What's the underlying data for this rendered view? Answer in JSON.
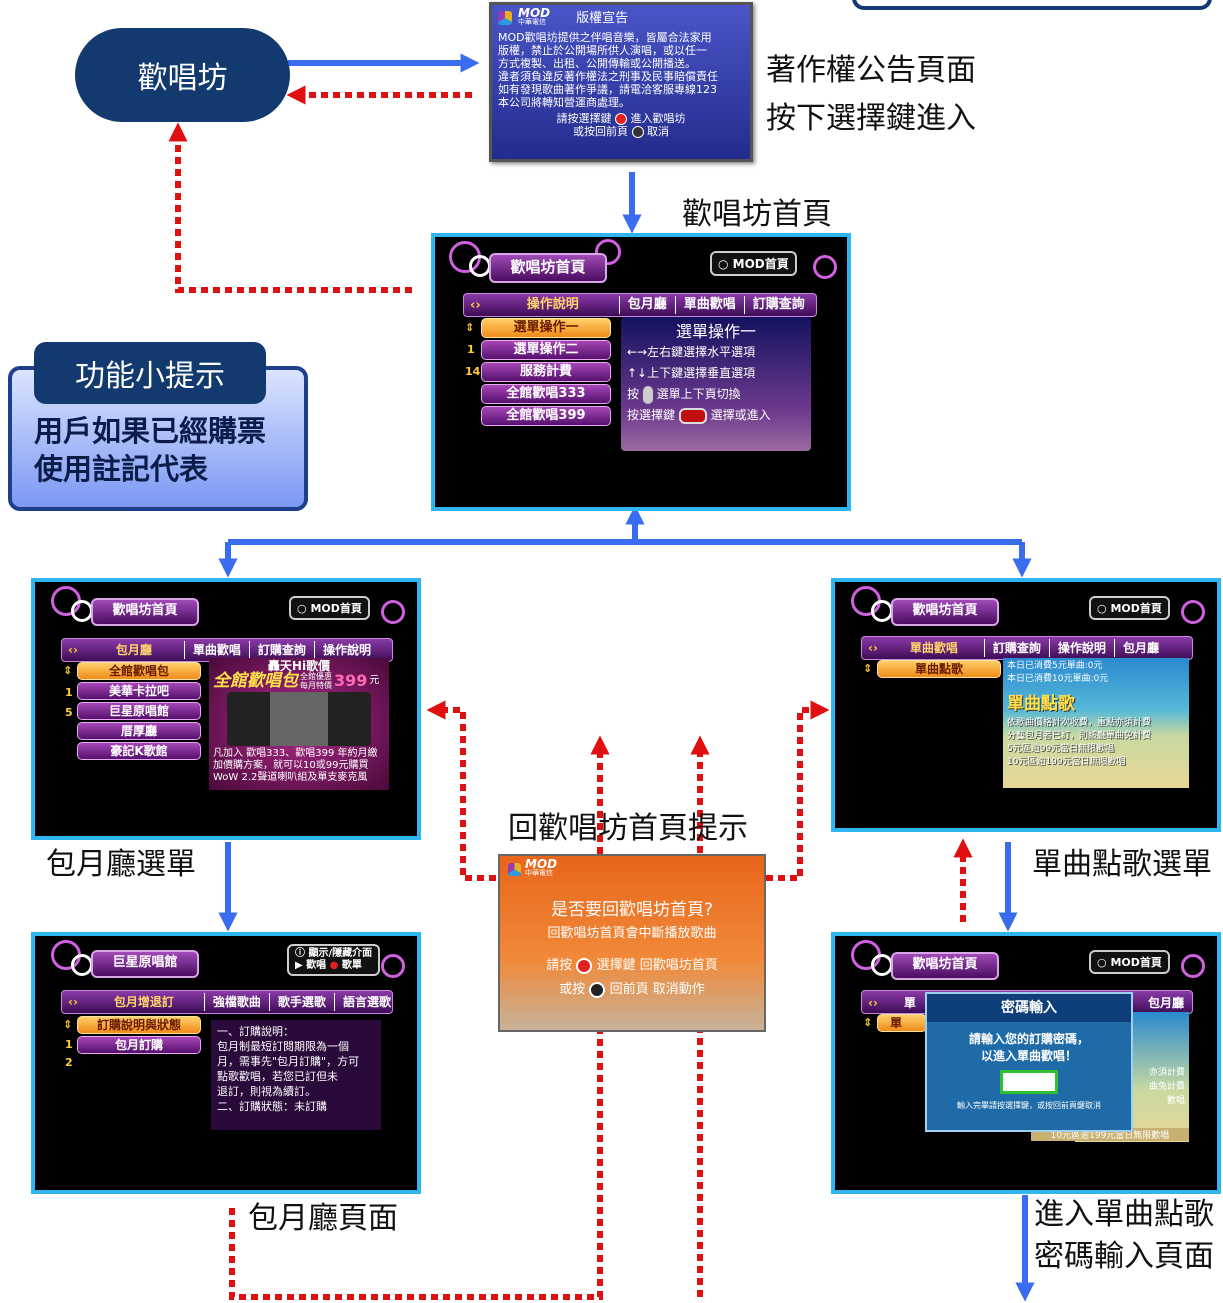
{
  "start_node": {
    "label": "歡唱坊"
  },
  "copyright": {
    "brand": "MOD",
    "brand_sub": "中華電信",
    "title": "版權宣告",
    "lines": [
      "MOD歡唱坊提供之伴唱音樂，皆屬合法家用",
      "版權，禁止於公開場所供人演唱，或以任一",
      "方式複製、出租、公開傳輸或公開播送。",
      "違者須負違反著作權法之刑事及民事賠償責任",
      "如有發現歌曲著作爭議，請電洽客服專線123",
      "本公司將轉知營運商處理。"
    ],
    "enter_text": "請按選擇鍵",
    "enter_action": "進入歡唱坊",
    "back_text": "或按回前頁",
    "back_action": "取消"
  },
  "labels": {
    "copyright_desc_1": "著作權公告頁面",
    "copyright_desc_2": "按下選擇鍵進入",
    "home_caption": "歡唱坊首頁",
    "monthly_menu": "包月廳選單",
    "single_menu": "單曲點歌選單",
    "return_hint": "回歡唱坊首頁提示",
    "monthly_page": "包月廳頁面",
    "pwd_entry_1": "進入單曲點歌",
    "pwd_entry_2": "密碼輸入頁面"
  },
  "tip": {
    "header": "功能小提示",
    "line1": "用戶如果已經購票",
    "line2": "使用註記代表"
  },
  "home_screen": {
    "title": "歡唱坊首頁",
    "mod_btn": "MOD首頁",
    "tabs": [
      "操作說明",
      "包月廳",
      "單曲歡唱",
      "訂購查詢"
    ],
    "menu": [
      "選單操作一",
      "選單操作二",
      "服務計費",
      "全館歡唱333",
      "全館歡唱399"
    ],
    "page_top": "1",
    "page_bottom": "14",
    "panel_title": "選單操作一",
    "panel_lines": [
      "←→左右鍵選擇水平選項",
      "↑↓上下鍵選擇垂直選項",
      "選單上下頁切換",
      "選擇或進入"
    ],
    "panel_press": "按",
    "panel_press2": "按選擇鍵"
  },
  "monthly_screen": {
    "title": "歡唱坊首頁",
    "mod_btn": "MOD首頁",
    "tabs": [
      "包月廳",
      "單曲歡唱",
      "訂購查詢",
      "操作說明"
    ],
    "menu": [
      "全館歡唱包",
      "美華卡拉吧",
      "巨星原唱館",
      "厝厚廳",
      "豪記K歌館"
    ],
    "page_top": "1",
    "page_bottom": "5",
    "promo_title": "轟天Hi歌價",
    "promo_big": "全館歡唱包",
    "promo_deal": "全館優惠",
    "promo_deal2": "每月特價",
    "promo_price": "399",
    "promo_unit": "元",
    "promo_lines": [
      "凡加入 歡唱333、歡唱399 年約月繳",
      "加價購方案，就可以10或99元購買",
      "WoW 2.2聲道喇叭組及單支麥克風"
    ]
  },
  "single_screen": {
    "title": "歡唱坊首頁",
    "mod_btn": "MOD首頁",
    "tabs": [
      "單曲歡唱",
      "訂購查詢",
      "操作說明",
      "包月廳"
    ],
    "menu": [
      "單曲點歌"
    ],
    "info1": "本日已消費5元單曲:0元",
    "info2": "本日已消費10元單曲:0元",
    "big": "單曲點歌",
    "lines": [
      "依歌曲價格計次收費，重點亦須計費",
      "分藝包月者已訂，則該廳單曲免計費",
      "5元區逾99元當日無限歡唱",
      "10元區逾199元當日無限歡唱"
    ]
  },
  "return_dialog": {
    "brand": "MOD",
    "brand_sub": "中華電信",
    "question": "是否要回歡唱坊首頁?",
    "warning": "回歡唱坊首頁會中斷播放歌曲",
    "confirm_text": "請按",
    "confirm_key": "選擇鍵",
    "confirm_action": "回歡唱坊首頁",
    "cancel_text": "或按",
    "cancel_key": "回前頁",
    "cancel_action": "取消動作"
  },
  "subscribe_screen": {
    "title": "巨星原唱館",
    "hint1": "顯示/隱藏介面",
    "hint2": "歡唱",
    "hint3": "歌單",
    "tabs": [
      "包月增退訂",
      "強檔歌曲",
      "歌手選歌",
      "語言選歌"
    ],
    "menu": [
      "訂購說明與狀態",
      "包月訂購"
    ],
    "page_top": "1",
    "page_bottom": "2",
    "desc": [
      "一、訂購說明：",
      "包月制最短訂閱期限為一個",
      "月，需事先\"包月訂購\"，方可",
      "點歌歡唱，若您已訂但未",
      "退訂，則視為續訂。",
      "二、訂購狀態：未訂購"
    ]
  },
  "password_screen": {
    "title": "歡唱坊首頁",
    "mod_btn": "MOD首頁",
    "tab_left": "單",
    "tab_right": "包月廳",
    "menu_frag": "單",
    "dlg_title": "密碼輸入",
    "dlg_line1": "請輸入您的訂購密碼，",
    "dlg_line2": "以進入單曲歡唱！",
    "dlg_footer": "輸入完畢請按選擇鍵，或按回前頁鍵取消",
    "bg_frag1": "亦須計費",
    "bg_frag2": "曲免計費",
    "bg_frag3": "歡唱",
    "bg_frag4": "10元區逾199元當日無限歡唱"
  },
  "colors": {
    "blue": "#3a6cf0",
    "red": "#e01010",
    "screen_border": "#2fb6f0",
    "navy": "#123a6e"
  }
}
